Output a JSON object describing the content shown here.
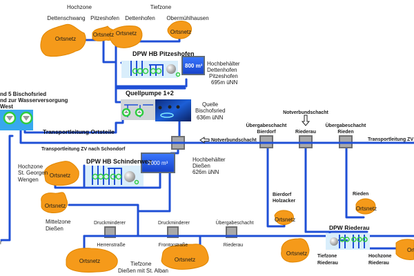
{
  "colors": {
    "pipe": "#1f4fd6",
    "ortsnetz": "#f59a1a",
    "ortsnetz_border": "#d27a00",
    "tank": "#1e5bea",
    "tank_frame": "#5f6b78",
    "shaft": "#a9a9a9",
    "shaft_frame": "#6f6f6f",
    "station_bg": "#d9eefb",
    "pump_ring": "#2ecc40"
  },
  "zones": {
    "hochzone_top": "Hochzone",
    "tiefzone_top": "Tiefzone"
  },
  "places_top": {
    "dettenschwang": "Dettenschwang",
    "pitzeshofen": "Pitzeshofen",
    "dettenhofen": "Dettenhofen",
    "obermuehlhausen": "Obermühlhausen"
  },
  "ortsnetz_label": "Ortsnetz",
  "stations": {
    "pitzeshofen": {
      "title": "DPW HB Pitzeshofen",
      "tank_volume": "800 m³",
      "desc_line1": "Hochbehälter",
      "desc_line2": "Dettenhofen",
      "desc_line3": "Pitzeshofen",
      "altitude": "695m üNN"
    },
    "quellpumpe": {
      "title": "Quellpumpe 1+2",
      "desc_line1": "Quelle",
      "desc_line2": "Bischofsried",
      "altitude": "636m üNN"
    },
    "schinderweg": {
      "title": "DPW HB Schinderweg",
      "tank_volume": "2000 m³",
      "desc_line1": "Hochbehälter",
      "desc_line2": "Dießen",
      "altitude": "626m üNN"
    },
    "riederau": {
      "title": "DPW Riederau"
    }
  },
  "left_block": {
    "line1": "nd 5 Bischofsried",
    "line2": "nd zur Wasserversorgung",
    "line3": "West"
  },
  "pipelines": {
    "ortsteile": "Transportleitung Ortsteile",
    "zv_schondorf": "Transportleitung ZV nach Schondorf",
    "zv_right": "Transportleitung ZV n"
  },
  "shafts": {
    "notverbund_left": "Notverbundschacht",
    "bierdorf_l1": "Übergabeschacht",
    "bierdorf_l2": "Bierdorf",
    "notverbund_top": "Notverbundschacht",
    "riederau_top": "Riederau",
    "rieden_l1": "Übergabeschacht",
    "rieden_l2": "Rieden"
  },
  "areas": {
    "st_georgen_l1": "Hochzone",
    "st_georgen_l2": "St. Georgen",
    "st_georgen_l3": "Wengen",
    "mittelzone_l1": "Mittelzone",
    "mittelzone_l2": "Dießen",
    "bierdorf_l1": "Bierdorf",
    "bierdorf_l2": "Holzacker",
    "rieden": "Rieden",
    "tiefzone_riederau_l1": "Tiefzone",
    "tiefzone_riederau_l2": "Riederau",
    "hochzone_riederau_l1": "Hochzone",
    "hochzone_riederau_l2": "Riederau",
    "tiefzone_diessen_l1": "Tiefzone",
    "tiefzone_diessen_l2": "Dießen mit St. Alban",
    "left_edge": "r"
  },
  "bottom_line": {
    "druckminderer1": "Druckminderer",
    "herrenstrasse": "Herrenstraße",
    "druckminderer2": "Druckminderer",
    "frontorstrasse": "Frontorstraße",
    "uebergabe": "Übergabeschacht",
    "riederau": "Riederau"
  }
}
